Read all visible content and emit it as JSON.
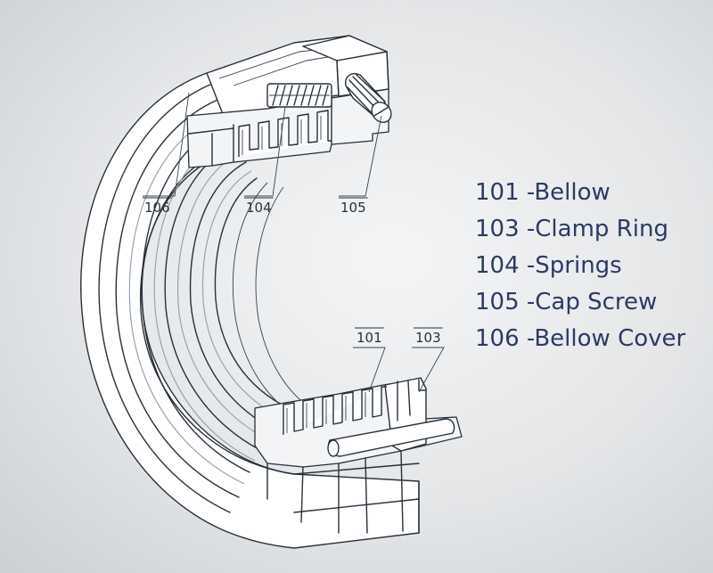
{
  "callouts": {
    "c106": "106",
    "c104": "104",
    "c105": "105",
    "c101": "101",
    "c103": "103"
  },
  "legend": [
    "101 -Bellow",
    "103 -Clamp Ring",
    "104 -Springs",
    "105 -Cap Screw",
    "106 -Bellow Cover"
  ],
  "colors": {
    "legend_text": "#2c3b63",
    "line": "#27303b",
    "background": "#e4e6e8"
  }
}
